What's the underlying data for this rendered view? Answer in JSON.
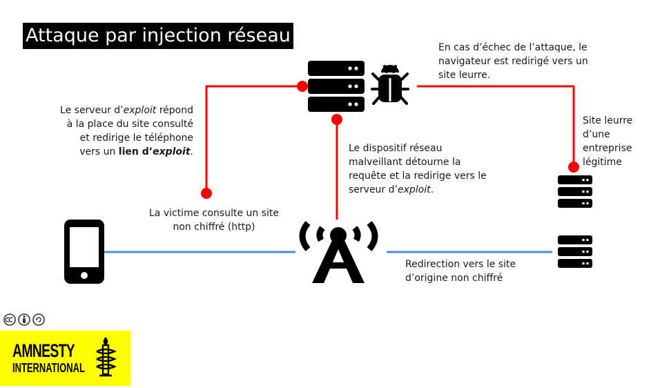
{
  "title": "Attaque par injection réseau",
  "labels": {
    "exploit_server": {
      "p1": "Le serveur d’",
      "i1": "exploit",
      "p2": " répond",
      "line2": "à la place du site consulté",
      "line3": "et redirige le téléphone",
      "p4": "vers un ",
      "b4": "lien d’",
      "bi4": "exploit",
      "p4end": "."
    },
    "failed_attack": {
      "line1": "En cas d’échec de l’attaque, le",
      "line2": "navigateur est redirigé vers un",
      "line3": "site leurre."
    },
    "decoy_site": {
      "line1": "Site leurre",
      "line2": "d’une",
      "line3": "entreprise",
      "line4": "légitime"
    },
    "network_device": {
      "line1": "Le dispositif réseau",
      "line2": "malveillant détourne la",
      "line3": "requête et la redirige vers le",
      "p4": "serveur d’",
      "i4": "exploit",
      "p4end": "."
    },
    "victim": {
      "line1": "La victime consulte un site",
      "line2": "non chiffré (http)"
    },
    "redirection": {
      "line1": "Redirection vers le site",
      "line2": "d’origine non chiffré"
    }
  },
  "logo": {
    "line1": "AMNESTY",
    "line2": "INTERNATIONAL"
  },
  "colors": {
    "red": "#ff0000",
    "blue": "#4a86e8",
    "black": "#000000",
    "amnesty_yellow": "#ffff00"
  },
  "icons": [
    "server-icon",
    "bug-icon",
    "smartphone-icon",
    "antenna-icon",
    "creative-commons-icon",
    "candle-barbed-wire-icon"
  ]
}
